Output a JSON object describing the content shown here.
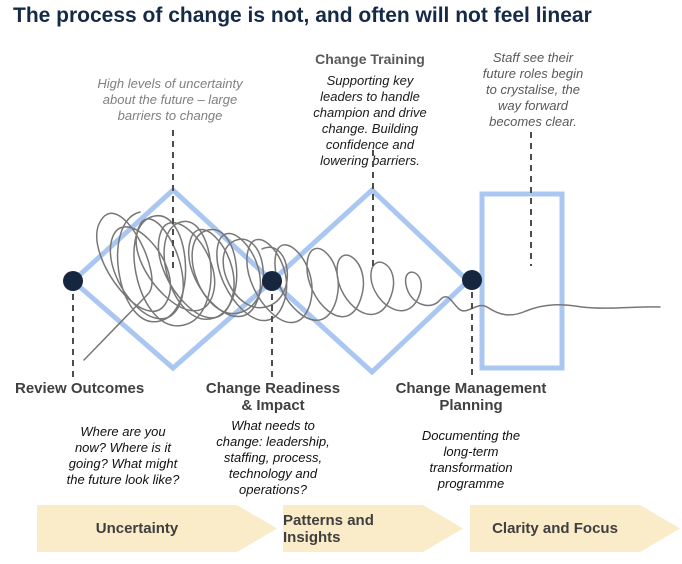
{
  "title": "The process of change is not, and often will not feel linear",
  "annotations": {
    "uncertainty_lines": [
      "High levels of uncertainty",
      "about the future – large",
      "barriers to change"
    ],
    "training_title": "Change Training",
    "training_lines": [
      "Supporting key",
      "leaders to handle",
      "champion and drive",
      "change. Building",
      "confidence and",
      "lowering barriers."
    ],
    "clarity_lines": [
      "Staff see their",
      "future roles begin",
      "to crystalise, the",
      "way forward",
      "becomes clear."
    ]
  },
  "milestones": [
    {
      "title_lines": [
        "Review Outcomes"
      ],
      "body_lines": [
        "Where are you",
        "now? Where is it",
        "going? What might",
        "the future look like?"
      ]
    },
    {
      "title_lines": [
        "Change Readiness",
        "& Impact"
      ],
      "body_lines": [
        "What needs to",
        "change: leadership,",
        "staffing, process,",
        "technology and",
        "operations?"
      ]
    },
    {
      "title_lines": [
        "Change Management",
        "Planning"
      ],
      "body_lines": [
        "Documenting the",
        "long-term",
        "transformation",
        "programme"
      ]
    }
  ],
  "phases": [
    {
      "label": "Uncertainty"
    },
    {
      "label": "Patterns and Insights"
    },
    {
      "label": "Clarity and Focus"
    }
  ],
  "colors": {
    "title_navy": "#152a47",
    "dot_navy": "#15263e",
    "accent_blue": "#a9c7f1",
    "scribble_gray": "#777777",
    "annotation_gray": "#7f7f7f",
    "heading_gray": "#404040",
    "arrow_cream": "#faebc9",
    "arrow_text": "#3f3f3f"
  }
}
